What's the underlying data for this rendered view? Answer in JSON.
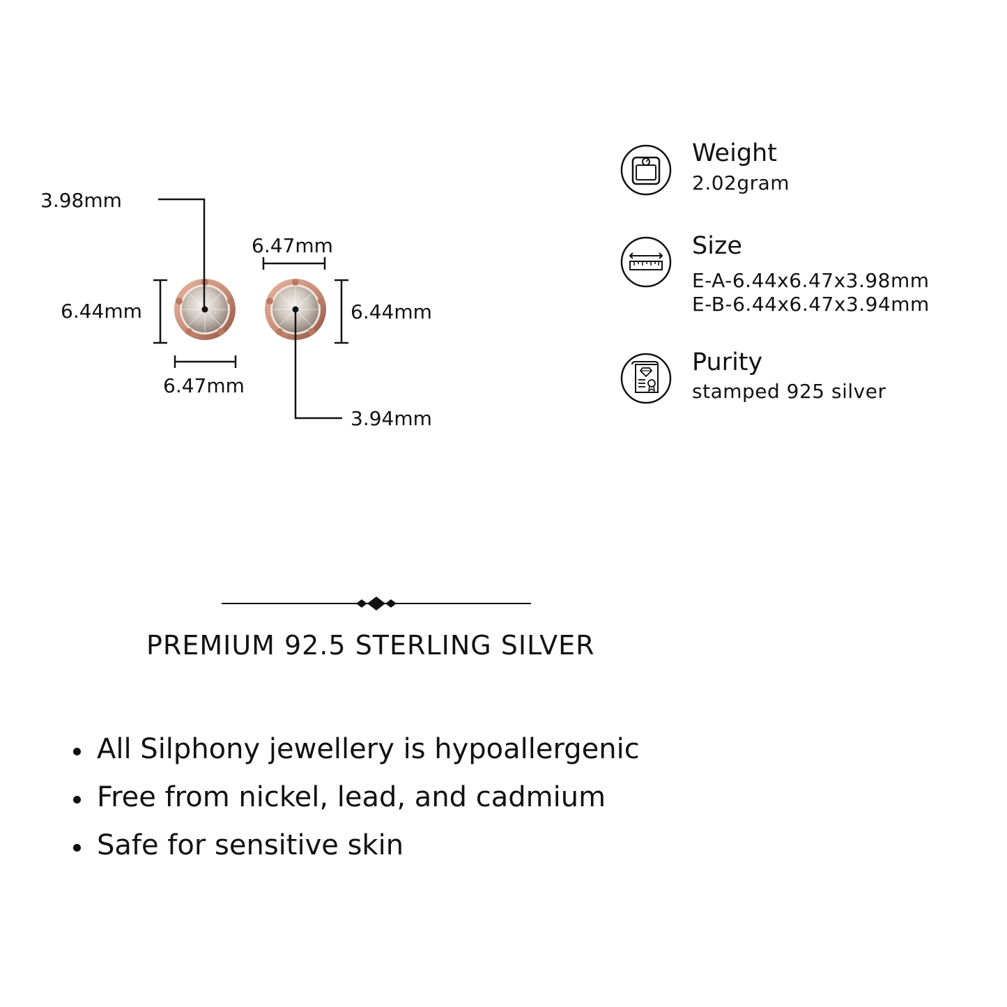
{
  "earrings": {
    "left": {
      "depth": "3.98mm",
      "height": "6.44mm",
      "width": "6.47mm"
    },
    "right": {
      "width": "6.47mm",
      "height": "6.44mm",
      "depth": "3.94mm"
    }
  },
  "specs": [
    {
      "icon": "scale-icon",
      "title": "Weight",
      "values": [
        "2.02gram"
      ]
    },
    {
      "icon": "ruler-icon",
      "title": "Size",
      "values": [
        "E-A-6.44x6.47x3.98mm",
        "E-B-6.44x6.47x3.94mm"
      ]
    },
    {
      "icon": "certificate-icon",
      "title": "Purity",
      "values": [
        "stamped 925 silver"
      ]
    }
  ],
  "banner": {
    "text": "PREMIUM 92.5 STERLING SILVER"
  },
  "features": [
    "All Silphony jewellery is hypoallergenic",
    "Free from nickel, lead, and cadmium",
    "Safe for sensitive skin"
  ],
  "colors": {
    "metal": "#c98f78",
    "metal_dark": "#9c5f49",
    "stone": "#d8d2cc",
    "text": "#111111"
  }
}
